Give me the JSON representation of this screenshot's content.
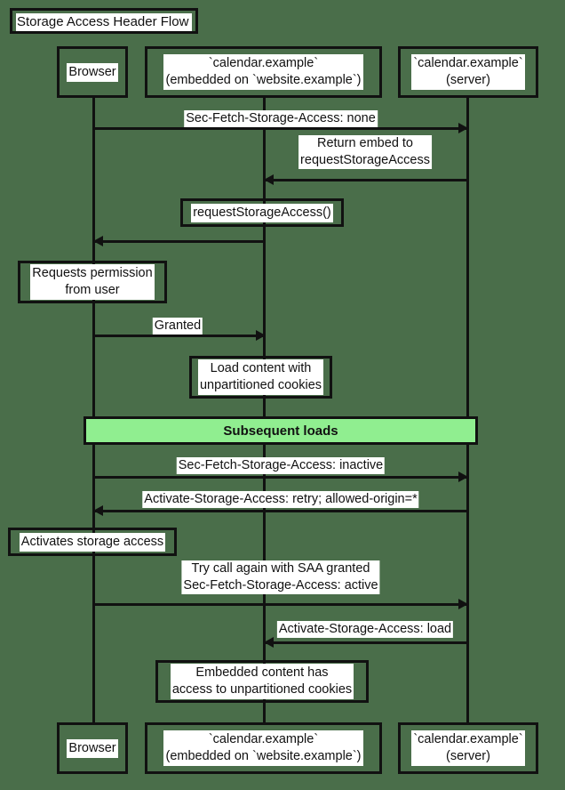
{
  "diagram": {
    "title": "Storage Access Header Flow",
    "background_color": "#4a6e4a",
    "line_color": "#111111",
    "note_fill": "#ffffff",
    "divider_fill": "#90ee90"
  },
  "participants": [
    {
      "id": "browser",
      "label": "Browser"
    },
    {
      "id": "embed",
      "label": "`calendar.example`\n(embedded on `website.example`)"
    },
    {
      "id": "server",
      "label": "`calendar.example`\n(server)"
    }
  ],
  "footers": [
    {
      "id": "browser",
      "label": "Browser"
    },
    {
      "id": "embed",
      "label": "`calendar.example`\n(embedded on `website.example`)"
    },
    {
      "id": "server",
      "label": "`calendar.example`\n(server)"
    }
  ],
  "messages": [
    {
      "id": "m1",
      "label": "Sec-Fetch-Storage-Access: none",
      "from": "browser",
      "to": "server",
      "direction": "right"
    },
    {
      "id": "m2",
      "label": "Return embed to\nrequestStorageAccess",
      "from": "server",
      "to": "embed",
      "direction": "left"
    },
    {
      "id": "m3",
      "label": "Granted",
      "from": "browser",
      "to": "embed",
      "direction": "right"
    },
    {
      "id": "m4",
      "label": "Sec-Fetch-Storage-Access: inactive",
      "from": "browser",
      "to": "server",
      "direction": "right"
    },
    {
      "id": "m5",
      "label": "Activate-Storage-Access: retry; allowed-origin=*",
      "from": "server",
      "to": "browser",
      "direction": "left"
    },
    {
      "id": "m6",
      "label": "Try call again with SAA granted\nSec-Fetch-Storage-Access: active",
      "from": "browser",
      "to": "server",
      "direction": "right"
    },
    {
      "id": "m7",
      "label": "Activate-Storage-Access: load",
      "from": "server",
      "to": "embed",
      "direction": "left"
    }
  ],
  "notes": [
    {
      "id": "n1",
      "label": "requestStorageAccess()",
      "over": "embed"
    },
    {
      "id": "n2",
      "label": "Requests permission\nfrom user",
      "over": "browser"
    },
    {
      "id": "n3",
      "label": "Load content with\nunpartitioned cookies",
      "over": "embed"
    },
    {
      "id": "n4",
      "label": "Activates storage access",
      "over": "browser"
    },
    {
      "id": "n5",
      "label": "Embedded content has\naccess to unpartitioned cookies",
      "over": "embed"
    }
  ],
  "dividers": [
    {
      "id": "d1",
      "label": "Subsequent loads"
    }
  ]
}
